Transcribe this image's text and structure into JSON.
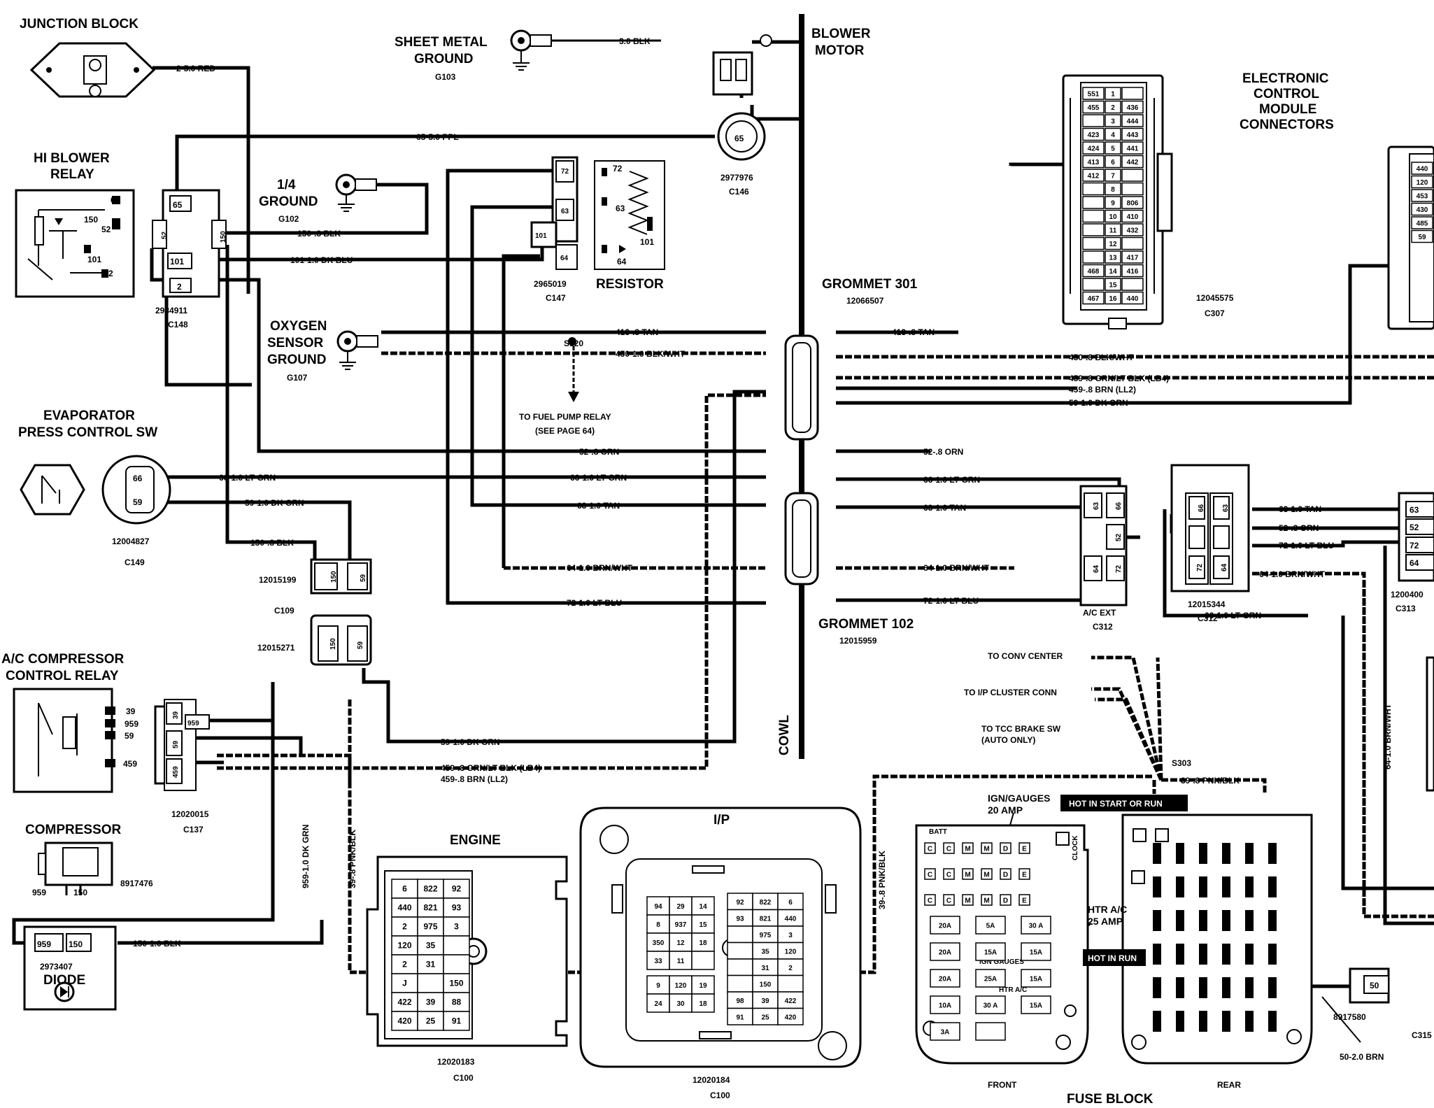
{
  "components": {
    "junction_block": {
      "title": "JUNCTION BLOCK",
      "wire": "2-5.0 RED"
    },
    "hi_blower_relay": {
      "title_1": "HI BLOWER",
      "title_2": "RELAY",
      "pins": [
        "65",
        "150",
        "52",
        "101",
        "2"
      ],
      "part_number": "2984911",
      "connector": "C148"
    },
    "sheet_metal_ground": {
      "title_1": "SHEET METAL",
      "title_2": "GROUND",
      "code": "G103",
      "wire": "3.0 BLK"
    },
    "blower_motor": {
      "title_1": "BLOWER",
      "title_2": "MOTOR",
      "part_number": "2977976",
      "connector": "C146",
      "pin": "65"
    },
    "quarter_ground": {
      "title_1": "1/4",
      "title_2": "GROUND",
      "code": "G102"
    },
    "resistor": {
      "title": "RESISTOR",
      "part_number": "2965019",
      "connector": "C147",
      "pins": [
        "72",
        "63",
        "101",
        "64"
      ]
    },
    "oxygen_sensor_ground": {
      "title_1": "OXYGEN",
      "title_2": "SENSOR",
      "title_3": "GROUND",
      "code": "G107"
    },
    "splice_s120": {
      "label": "S120",
      "note_1": "TO FUEL PUMP RELAY",
      "note_2": "(SEE PAGE 64)"
    },
    "evaporator_switch": {
      "title_1": "EVAPORATOR",
      "title_2": "PRESS CONTROL SW",
      "part_number": "12004827",
      "connector": "C149",
      "pins": [
        "66",
        "59"
      ]
    },
    "c109": {
      "part_number_1": "12015199",
      "connector": "C109",
      "part_number_2": "12015271",
      "pins": [
        "150",
        "59"
      ]
    },
    "ac_compressor_relay": {
      "title_1": "A/C COMPRESSOR",
      "title_2": "CONTROL RELAY",
      "pins": [
        "39",
        "959",
        "59",
        "459"
      ],
      "part_number": "12020015",
      "connector": "C137"
    },
    "compressor": {
      "title": "COMPRESSOR",
      "part_number": "8917476",
      "pins": [
        "959",
        "150"
      ]
    },
    "diode": {
      "title": "DIODE",
      "part_number": "2973407",
      "pins": [
        "959",
        "150"
      ],
      "wire": "150-1.0 BLK"
    },
    "grommet_301": {
      "title": "GROMMET 301",
      "part_number": "12066507"
    },
    "grommet_102": {
      "title": "GROMMET 102",
      "part_number": "12015959"
    },
    "cowl": {
      "label": "COWL"
    },
    "ecm": {
      "title_1": "ELECTRONIC",
      "title_2": "CONTROL",
      "title_3": "MODULE",
      "title_4": "CONNECTORS",
      "part_number": "12045575",
      "connector": "C307",
      "rows": [
        [
          "551",
          "1",
          ""
        ],
        [
          "455",
          "2",
          "436"
        ],
        [
          "",
          "3",
          "444"
        ],
        [
          "423",
          "4",
          "443"
        ],
        [
          "424",
          "5",
          "441"
        ],
        [
          "413",
          "6",
          "442"
        ],
        [
          "412",
          "7",
          ""
        ],
        [
          "",
          "8",
          ""
        ],
        [
          "",
          "9",
          "806"
        ],
        [
          "",
          "10",
          "410"
        ],
        [
          "",
          "11",
          "432"
        ],
        [
          "",
          "12",
          ""
        ],
        [
          "",
          "13",
          "417"
        ],
        [
          "468",
          "14",
          "416"
        ],
        [
          "",
          "15",
          ""
        ],
        [
          "467",
          "16",
          "440"
        ]
      ],
      "right_pins": [
        "440",
        "120",
        "453",
        "430",
        "485",
        "59"
      ]
    },
    "ac_ext": {
      "label": "A/C EXT",
      "connector": "C312",
      "pins": [
        "63",
        "66",
        "52",
        "64",
        "72"
      ]
    },
    "c312b": {
      "part_number": "12015344",
      "connector": "C312",
      "pins": [
        "66",
        "63",
        "72",
        "64"
      ]
    },
    "c313": {
      "part_number": "1200400",
      "connector": "C313",
      "pins": [
        "63",
        "52",
        "72",
        "64"
      ]
    },
    "s303": {
      "label": "S303",
      "wire": "39-.8 PNK/BLK",
      "to_1": "TO CONV CENTER",
      "to_2": "TO I/P CLUSTER CONN",
      "to_3": "TO TCC BRAKE SW",
      "to_3b": "(AUTO ONLY)"
    },
    "engine": {
      "title": "ENGINE",
      "part_number": "12020183",
      "connector": "C100",
      "cells": [
        [
          "6",
          "822",
          "92"
        ],
        [
          "440",
          "821",
          "93"
        ],
        [
          "2",
          "975",
          "3"
        ],
        [
          "120",
          "35",
          ""
        ],
        [
          "2",
          "31",
          ""
        ],
        [
          "J",
          "",
          "150"
        ],
        [
          "422",
          "39",
          "88"
        ],
        [
          "420",
          "25",
          "91"
        ]
      ]
    },
    "ip": {
      "title": "I/P",
      "part_number": "12020184",
      "connector": "C100",
      "left_cells": [
        [
          "94",
          "29",
          "14"
        ],
        [
          "8",
          "937",
          "15"
        ],
        [
          "350",
          "12",
          "18"
        ],
        [
          "33",
          "11",
          ""
        ]
      ],
      "bottom_left": [
        [
          "9",
          "120",
          "19"
        ],
        [
          "24",
          "30",
          "18"
        ]
      ],
      "right_cells": [
        [
          "92",
          "822",
          "6"
        ],
        [
          "93",
          "821",
          "440"
        ],
        [
          "",
          "975",
          "3"
        ],
        [
          "",
          "35",
          "120"
        ],
        [
          "",
          "31",
          "2"
        ],
        [
          "",
          "150",
          ""
        ],
        [
          "98",
          "39",
          "422"
        ],
        [
          "91",
          "25",
          "420"
        ]
      ]
    },
    "fuse_block": {
      "title": "FUSE BLOCK",
      "front": "FRONT",
      "rear": "REAR",
      "ign_gauges_1": "IGN/GAUGES",
      "ign_gauges_2": "20 AMP",
      "hot_start_run": "HOT IN START OR RUN",
      "htr_ac_1": "HTR A/C",
      "htr_ac_2": "25 AMP",
      "hot_run": "HOT IN RUN",
      "fuses": [
        [
          "20A",
          "5A",
          "30 A"
        ],
        [
          "20A",
          "15A",
          "15A"
        ],
        [
          "20A",
          "25A",
          "15A"
        ],
        [
          "10A",
          "30 A",
          "15A"
        ],
        [
          "3A",
          ""
        ]
      ],
      "fuse_tags": [
        "IGN GAUGES",
        "HTR A/C",
        "BATT",
        "CLOCK"
      ]
    },
    "c315": {
      "part_number": "8917580",
      "connector": "C315",
      "pin": "50",
      "wire": "50-2.0 BRN"
    }
  },
  "wires": {
    "w150_8_blk": "150-.8 BLK",
    "w101": "101-1.0 DK BLU",
    "w65": "65-5.0 PPL",
    "w413": "413-.8 TAN",
    "w450": "450-1.0 BLK/WHT",
    "w450r": "450-.8 BLK/WHT",
    "w459a": "459-.8 GRN/LT BLK (LB4)",
    "w459b": "459-.8 BRN (LL2)",
    "w59_1": "59-1.0 DK GRN",
    "w52": "52-.8 ORN",
    "w66": "66-1.0 LT GRN",
    "w63": "63-1.0 TAN",
    "w64": "64-1.0 BRN/WHT",
    "w72": "72-1.0 LT BLU",
    "w150b": "150-.8 BLK",
    "w959": "959-1.0 DK GRN",
    "w39": "39-.8 PNK/BLK",
    "w64v": "64-1.0 BRN/WHT",
    "w63r": "63-1.0 TAN",
    "w52r": "52-.8 ORN",
    "w72r": "72-1.0 LT BLU",
    "w64r": "64-1.0 BRN/WHT",
    "w66r": "66-1.0 LT GRN"
  }
}
